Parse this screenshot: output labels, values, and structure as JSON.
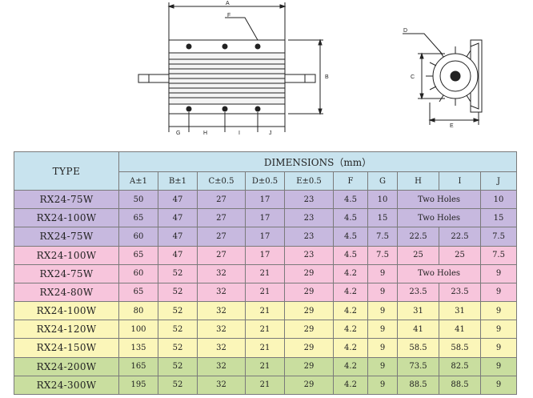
{
  "drawing": {
    "labels": {
      "a": "A",
      "b": "B",
      "c": "C",
      "d": "D",
      "e": "E",
      "f": "F",
      "g": "G",
      "h": "H",
      "i": "I",
      "j": "J"
    }
  },
  "table": {
    "type_header": "TYPE",
    "dimensions_header": "DIMENSIONS（mm）",
    "columns": [
      "A±1",
      "B±1",
      "C±0.5",
      "D±0.5",
      "E±0.5",
      "F",
      "G",
      "H",
      "I",
      "J"
    ],
    "rows": [
      {
        "band": "purple",
        "type": "RX24-75W",
        "a": "50",
        "b": "47",
        "c": "27",
        "d": "17",
        "e": "23",
        "f": "4.5",
        "g": "10",
        "h": "",
        "i": "",
        "hi": "Two Holes",
        "j": "10"
      },
      {
        "band": "purple",
        "type": "RX24-100W",
        "a": "65",
        "b": "47",
        "c": "27",
        "d": "17",
        "e": "23",
        "f": "4.5",
        "g": "15",
        "h": "",
        "i": "",
        "hi": "Two Holes",
        "j": "15"
      },
      {
        "band": "purple",
        "type": "RX24-75W",
        "a": "60",
        "b": "47",
        "c": "27",
        "d": "17",
        "e": "23",
        "f": "4.5",
        "g": "7.5",
        "h": "22.5",
        "i": "22.5",
        "hi": "",
        "j": "7.5"
      },
      {
        "band": "pink",
        "type": "RX24-100W",
        "a": "65",
        "b": "47",
        "c": "27",
        "d": "17",
        "e": "23",
        "f": "4.5",
        "g": "7.5",
        "h": "25",
        "i": "25",
        "hi": "",
        "j": "7.5"
      },
      {
        "band": "pink",
        "type": "RX24-75W",
        "a": "60",
        "b": "52",
        "c": "32",
        "d": "21",
        "e": "29",
        "f": "4.2",
        "g": "9",
        "h": "",
        "i": "",
        "hi": "Two Holes",
        "j": "9"
      },
      {
        "band": "pink",
        "type": "RX24-80W",
        "a": "65",
        "b": "52",
        "c": "32",
        "d": "21",
        "e": "29",
        "f": "4.2",
        "g": "9",
        "h": "23.5",
        "i": "23.5",
        "hi": "",
        "j": "9"
      },
      {
        "band": "yellow",
        "type": "RX24-100W",
        "a": "80",
        "b": "52",
        "c": "32",
        "d": "21",
        "e": "29",
        "f": "4.2",
        "g": "9",
        "h": "31",
        "i": "31",
        "hi": "",
        "j": "9"
      },
      {
        "band": "yellow",
        "type": "RX24-120W",
        "a": "100",
        "b": "52",
        "c": "32",
        "d": "21",
        "e": "29",
        "f": "4.2",
        "g": "9",
        "h": "41",
        "i": "41",
        "hi": "",
        "j": "9"
      },
      {
        "band": "yellow",
        "type": "RX24-150W",
        "a": "135",
        "b": "52",
        "c": "32",
        "d": "21",
        "e": "29",
        "f": "4.2",
        "g": "9",
        "h": "58.5",
        "i": "58.5",
        "hi": "",
        "j": "9"
      },
      {
        "band": "green",
        "type": "RX24-200W",
        "a": "165",
        "b": "52",
        "c": "32",
        "d": "21",
        "e": "29",
        "f": "4.2",
        "g": "9",
        "h": "73.5",
        "i": "82.5",
        "hi": "",
        "j": "9"
      },
      {
        "band": "green",
        "type": "RX24-300W",
        "a": "195",
        "b": "52",
        "c": "32",
        "d": "21",
        "e": "29",
        "f": "4.2",
        "g": "9",
        "h": "88.5",
        "i": "88.5",
        "hi": "",
        "j": "9"
      }
    ]
  },
  "colors": {
    "header": "#c8e3ee",
    "purple": "#c7b9df",
    "pink": "#f7c5dc",
    "yellow": "#fbf6b9",
    "green": "#c9de9f"
  }
}
